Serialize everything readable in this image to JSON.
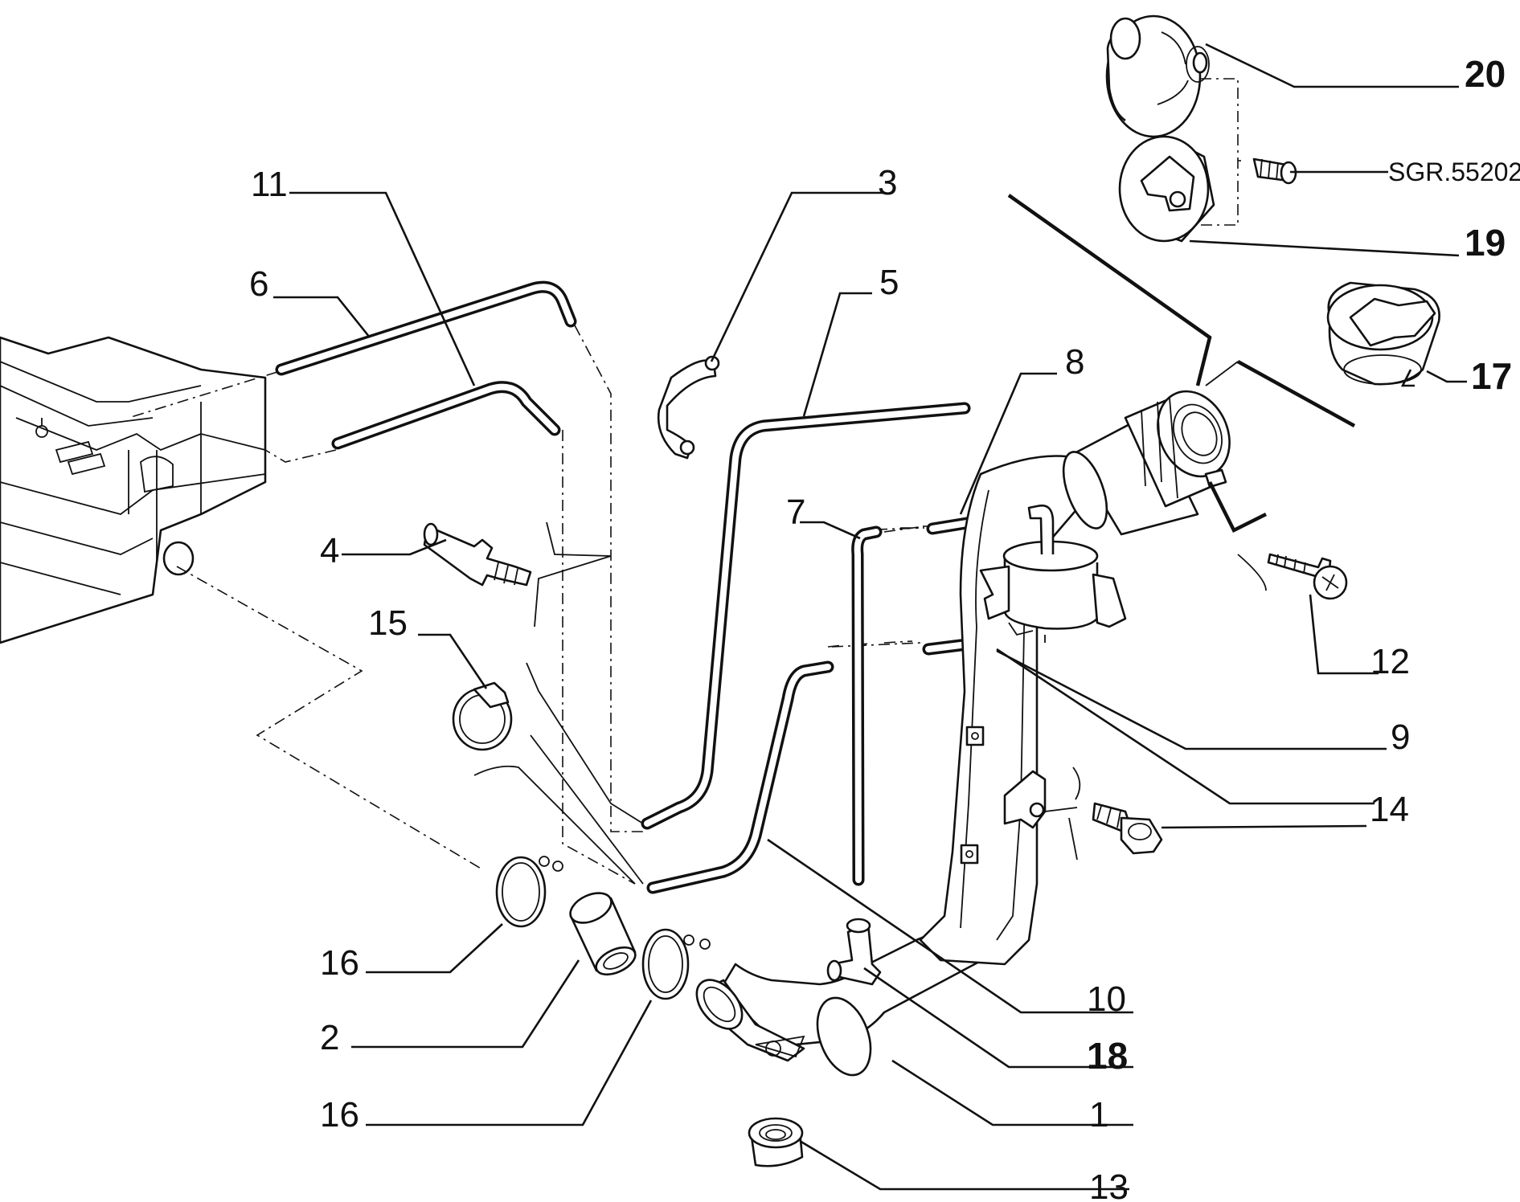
{
  "diagram": {
    "labels": [
      {
        "id": "11",
        "text": "11"
      },
      {
        "id": "6",
        "text": "6"
      },
      {
        "id": "3",
        "text": "3"
      },
      {
        "id": "5",
        "text": "5"
      },
      {
        "id": "8",
        "text": "8"
      },
      {
        "id": "7",
        "text": "7"
      },
      {
        "id": "4",
        "text": "4"
      },
      {
        "id": "15",
        "text": "15"
      },
      {
        "id": "16a",
        "text": "16"
      },
      {
        "id": "2",
        "text": "2"
      },
      {
        "id": "16b",
        "text": "16"
      },
      {
        "id": "13",
        "text": "13"
      },
      {
        "id": "1",
        "text": "1"
      },
      {
        "id": "18",
        "text": "18"
      },
      {
        "id": "10",
        "text": "10"
      },
      {
        "id": "14",
        "text": "14"
      },
      {
        "id": "9",
        "text": "9"
      },
      {
        "id": "12",
        "text": "12"
      },
      {
        "id": "17",
        "text": "17"
      },
      {
        "id": "19",
        "text": "19"
      },
      {
        "id": "20",
        "text": "20"
      },
      {
        "id": "code",
        "text": "SGR.55202"
      }
    ]
  }
}
